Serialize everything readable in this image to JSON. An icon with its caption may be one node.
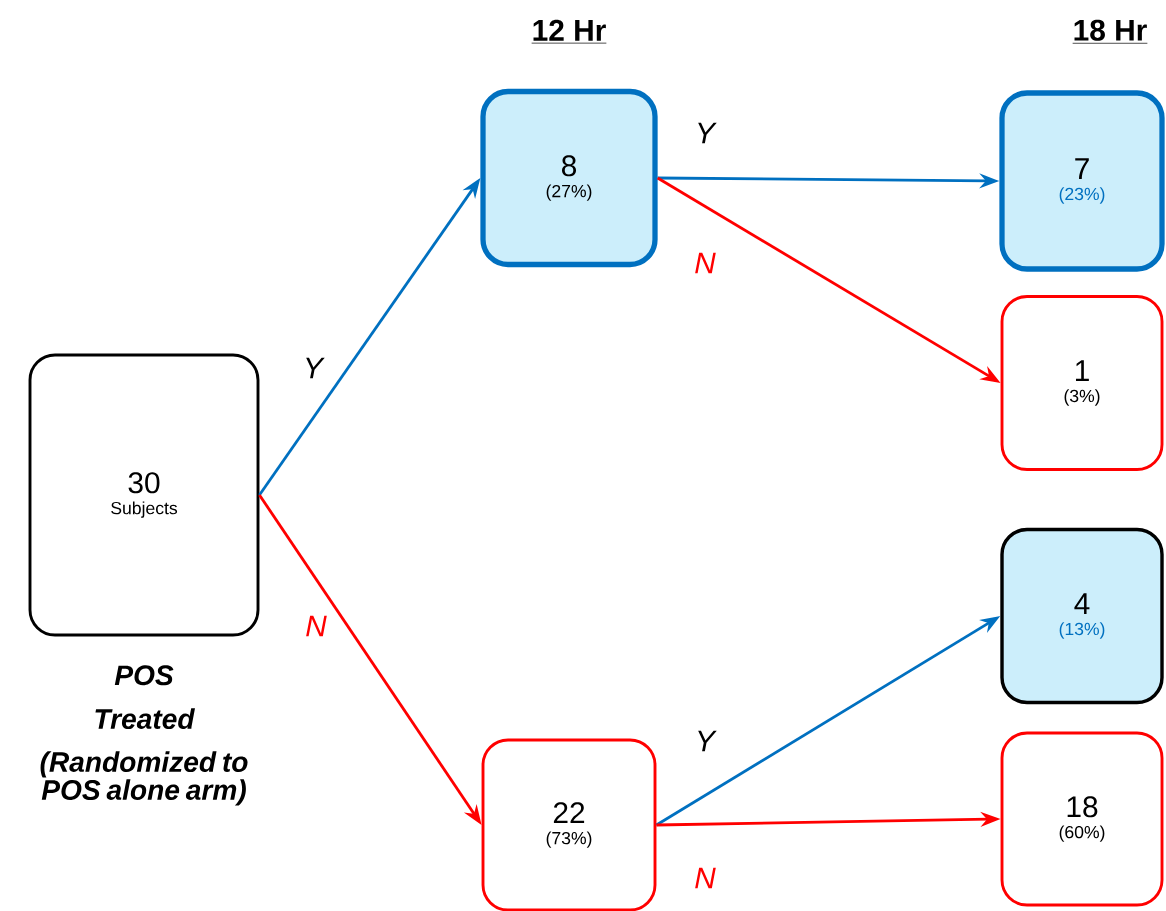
{
  "diagram": {
    "nodes": [
      {
        "text": [
          "30",
          "Subjects"
        ],
        "beside": [
          "POS",
          "Treated",
          "(Randomized to POS alone arm)"
        ]
      },
      {
        "text": [
          "8",
          "(27%)"
        ]
      },
      {
        "text": [
          "22",
          "(73%)"
        ]
      },
      {
        "text": [
          "7",
          "(23%)"
        ]
      },
      {
        "text": [
          "1",
          "(3%)"
        ]
      },
      {
        "text": [
          "4",
          "(13%)"
        ]
      },
      {
        "text": [
          "18",
          "(60%)"
        ]
      }
    ],
    "edges": [
      {
        "from": 0,
        "to": 1,
        "arrow": "to",
        "label": "Y",
        "color": "#0070c0"
      },
      {
        "from": 0,
        "to": 2,
        "arrow": "to",
        "label": "N",
        "color": "#ff0000"
      },
      {
        "from": 1,
        "to": 3,
        "arrow": "to",
        "label": "Y",
        "color": "#0070c0"
      },
      {
        "from": 1,
        "to": 4,
        "arrow": "to",
        "label": "N",
        "color": "#ff0000"
      },
      {
        "from": 2,
        "to": 5,
        "arrow": "to",
        "label": "Y",
        "color": "#0070c0"
      },
      {
        "from": 2,
        "to": 6,
        "arrow": "to",
        "label": "N",
        "color": "#ff0000"
      }
    ],
    "labels": [
      "12 Hr",
      "18 Hr"
    ]
  }
}
